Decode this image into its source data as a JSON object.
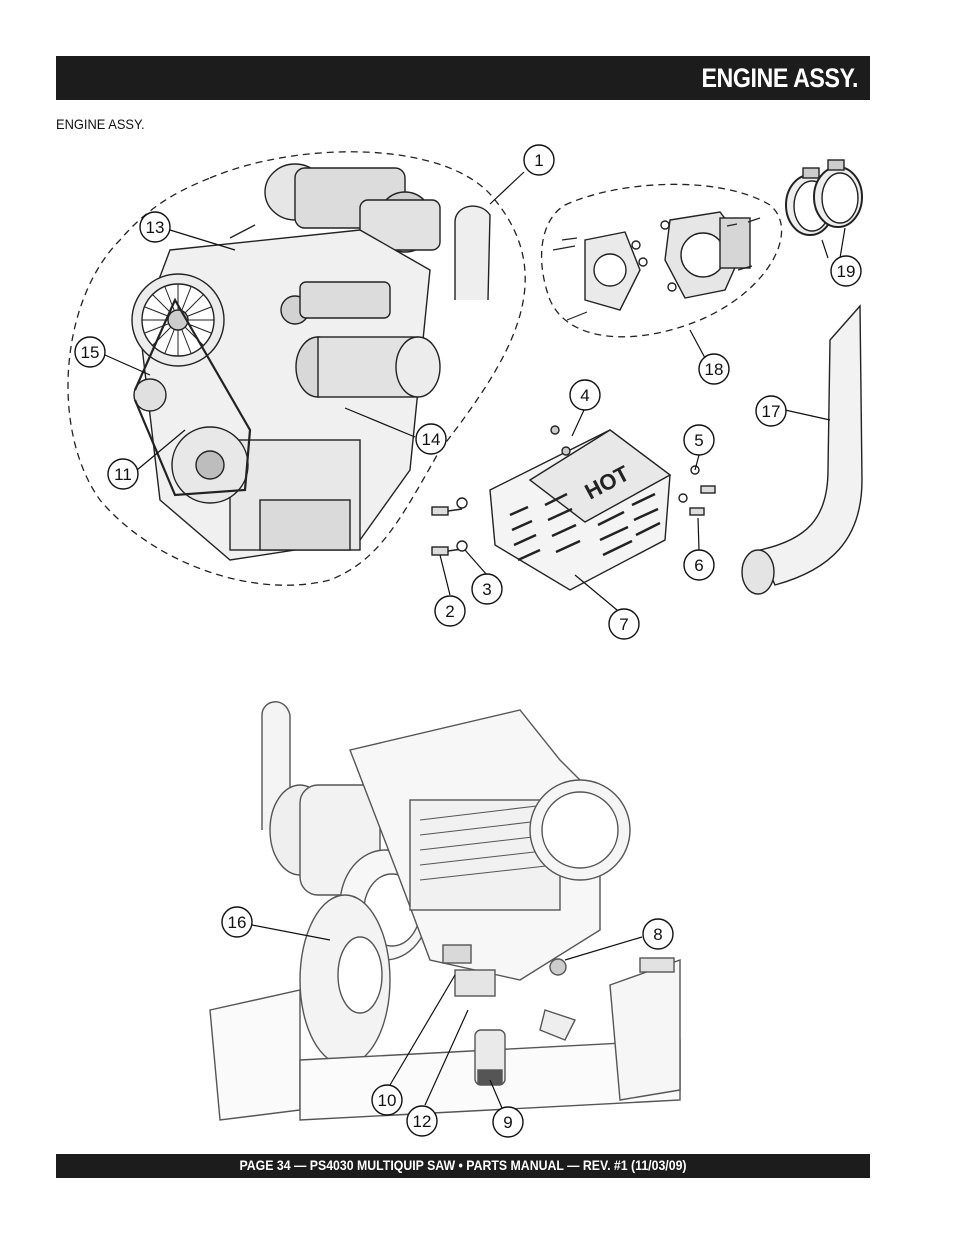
{
  "header": {
    "title": "ENGINE ASSY."
  },
  "subheading": "ENGINE ASSY.",
  "callouts": {
    "c1": "1",
    "c2": "2",
    "c3": "3",
    "c4": "4",
    "c5": "5",
    "c6": "6",
    "c7": "7",
    "c8": "8",
    "c9": "9",
    "c10": "10",
    "c11": "11",
    "c12": "12",
    "c13": "13",
    "c14": "14",
    "c15": "15",
    "c16": "16",
    "c17": "17",
    "c18": "18",
    "c19": "19"
  },
  "heat_shield_label": "HOT",
  "footer": {
    "text": "PAGE 34 — PS4030 MULTIQUIP SAW • PARTS MANUAL — REV. #1 (11/03/09)"
  }
}
